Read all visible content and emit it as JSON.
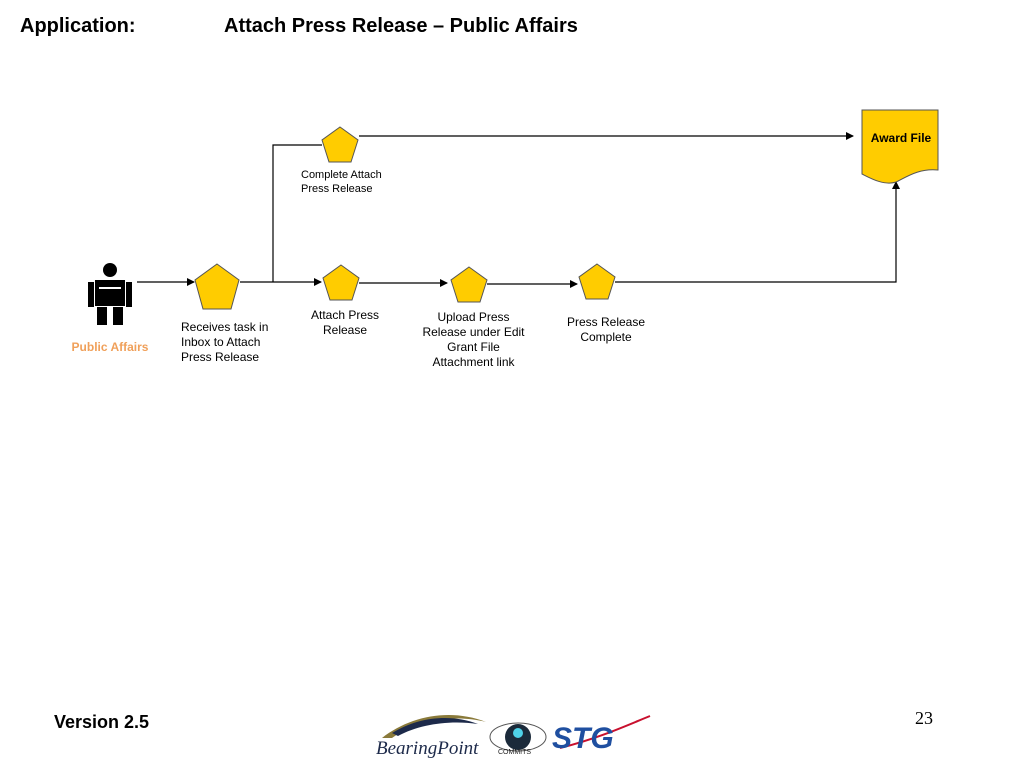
{
  "header": {
    "label": "Application:",
    "title": "Attach Press Release – Public Affairs"
  },
  "actor": {
    "label": "Public Affairs",
    "icon": "person-icon"
  },
  "nodes": {
    "receive": "Receives task in Inbox to Attach Press Release",
    "complete_attach": "Complete Attach Press Release",
    "attach": "Attach Press Release",
    "upload": "Upload Press Release under Edit Grant File Attachment link",
    "release_complete": "Press Release Complete"
  },
  "document": {
    "label": "Award File"
  },
  "footer": {
    "version": "Version 2.5",
    "page_number": "23",
    "logos": {
      "bearingpoint": "BearingPoint",
      "commits": "COMMITS",
      "stg": "STG"
    }
  },
  "colors": {
    "node_fill": "#ffcc00",
    "node_stroke": "#555555",
    "actor_label": "#f0a05a",
    "stg_blue": "#1f4fa0",
    "stg_red": "#c8102e"
  }
}
